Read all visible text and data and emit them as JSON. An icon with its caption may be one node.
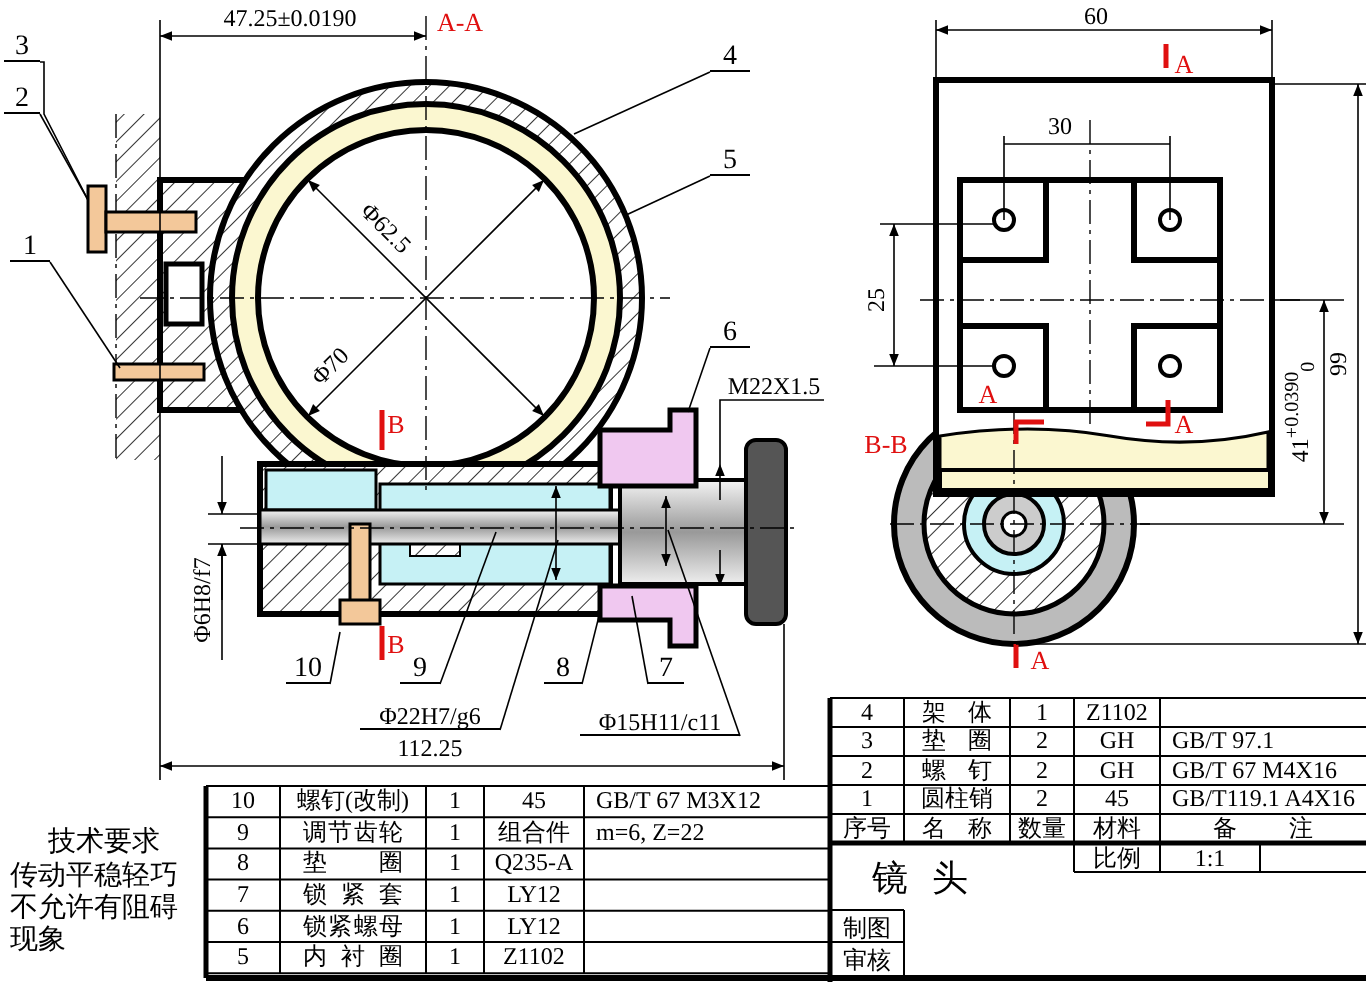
{
  "diagram": {
    "nodes": [
      {
        "text": [
          "3"
        ]
      },
      {
        "text": [
          "2"
        ]
      },
      {
        "text": [
          "1"
        ]
      },
      {
        "text": [
          "4"
        ]
      },
      {
        "text": [
          "5"
        ]
      },
      {
        "text": [
          "6"
        ]
      },
      {
        "text": [
          "10"
        ]
      },
      {
        "text": [
          "9"
        ]
      },
      {
        "text": [
          "8"
        ]
      },
      {
        "text": [
          "7"
        ]
      },
      {
        "text": [
          "Φ22H7/g6"
        ]
      },
      {
        "text": [
          "Φ15H11/c11"
        ]
      }
    ],
    "edges": [
      {
        "from": 0,
        "to": null,
        "arrow": "none"
      },
      {
        "from": 1,
        "to": null,
        "arrow": "none"
      },
      {
        "from": 2,
        "to": null,
        "arrow": "none"
      },
      {
        "from": 3,
        "to": null,
        "arrow": "none"
      },
      {
        "from": 4,
        "to": null,
        "arrow": "none"
      },
      {
        "from": 5,
        "to": null,
        "arrow": "none"
      },
      {
        "from": 6,
        "to": null,
        "arrow": "none"
      },
      {
        "from": 7,
        "to": null,
        "arrow": "none"
      },
      {
        "from": 8,
        "to": null,
        "arrow": "none"
      },
      {
        "from": 9,
        "to": null,
        "arrow": "none"
      },
      {
        "from": 10,
        "to": null,
        "arrow": "none"
      },
      {
        "from": 11,
        "to": null,
        "arrow": "none"
      }
    ],
    "labels": [
      "47.25±0.0190",
      "A-A",
      "Φ62.5",
      "Φ70",
      "M22X1.5",
      "B",
      "B",
      "Φ6H8/f7",
      "112.25",
      "60",
      "A",
      "30",
      "25",
      "41$^{+0.0390}$$_{0}$",
      "99",
      "A",
      "A",
      "B-B",
      "A",
      "技术要求",
      "传动平稳轻巧不允许有阻碍现象",
      "10",
      "螺钉(改制)",
      "1",
      "45",
      "GB/T 67 M3X12",
      "9",
      "调节齿轮",
      "1",
      "组合件",
      "m=6, Z=22",
      "8",
      "垫圈",
      "1",
      "Q235-A",
      "7",
      "锁紧套",
      "1",
      "LY12",
      "6",
      "锁紧螺母",
      "1",
      "LY12",
      "5",
      "内衬圈",
      "1",
      "Z1102",
      "4",
      "架体",
      "1",
      "Z1102",
      "3",
      "垫圈",
      "2",
      "GH",
      "GB/T 97.1",
      "2",
      "螺钉",
      "2",
      "GH",
      "GB/T 67 M4X16",
      "1",
      "圆柱销",
      "2",
      "45",
      "GB/T119.1 A4X16",
      "序号",
      "名称",
      "数量",
      "材料",
      "备注",
      "镜头",
      "比例",
      "1:1",
      "制图",
      "审核"
    ]
  }
}
